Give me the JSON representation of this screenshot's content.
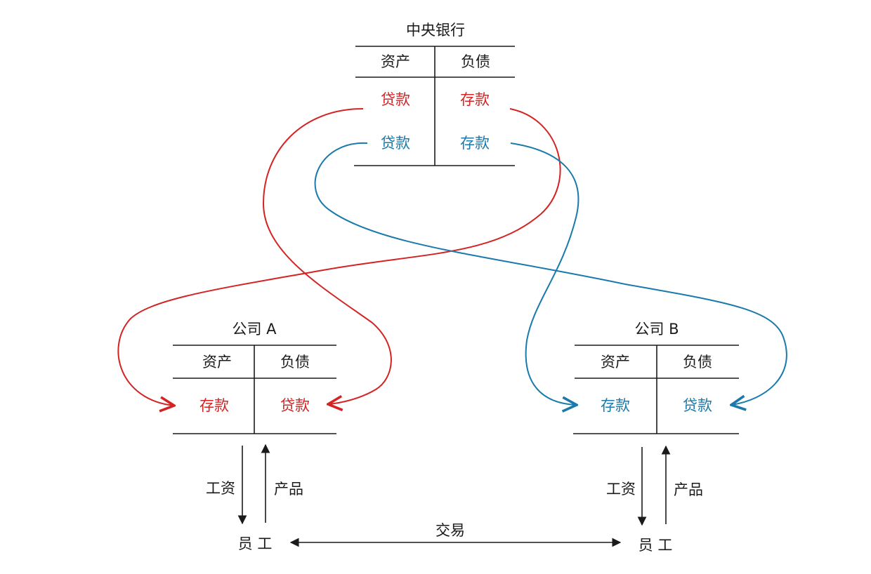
{
  "colors": {
    "text": "#1a1a1a",
    "red_flow": "#d42323",
    "blue_flow": "#1a7aab"
  },
  "central_bank": {
    "title": "中央银行",
    "assets_header": "资产",
    "liabilities_header": "负债",
    "red_asset": "贷款",
    "red_liability": "存款",
    "blue_asset": "贷款",
    "blue_liability": "存款"
  },
  "company_a": {
    "title": "公司 A",
    "assets_header": "资产",
    "liabilities_header": "负债",
    "asset": "存款",
    "liability": "贷款",
    "wage_label": "工资",
    "product_label": "产品",
    "employee_label": "员 工"
  },
  "company_b": {
    "title": "公司 B",
    "assets_header": "资产",
    "liabilities_header": "负债",
    "asset": "存款",
    "liability": "贷款",
    "wage_label": "工资",
    "product_label": "产品",
    "employee_label": "员 工"
  },
  "trade_label": "交易"
}
